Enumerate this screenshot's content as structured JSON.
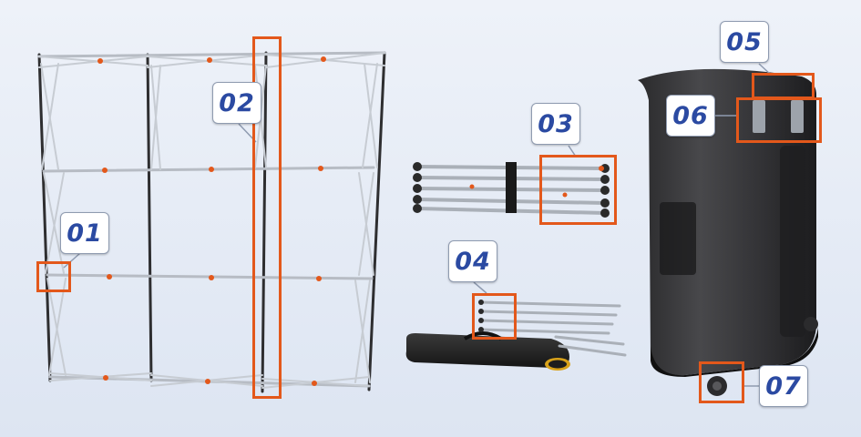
{
  "figure": {
    "description_free": true,
    "accent_color": "#e3581b",
    "label_color": "#2b4aa2",
    "callouts": [
      {
        "id": "01",
        "label": "01"
      },
      {
        "id": "02",
        "label": "02"
      },
      {
        "id": "03",
        "label": "03"
      },
      {
        "id": "04",
        "label": "04"
      },
      {
        "id": "05",
        "label": "05"
      },
      {
        "id": "06",
        "label": "06"
      },
      {
        "id": "07",
        "label": "07"
      }
    ]
  }
}
